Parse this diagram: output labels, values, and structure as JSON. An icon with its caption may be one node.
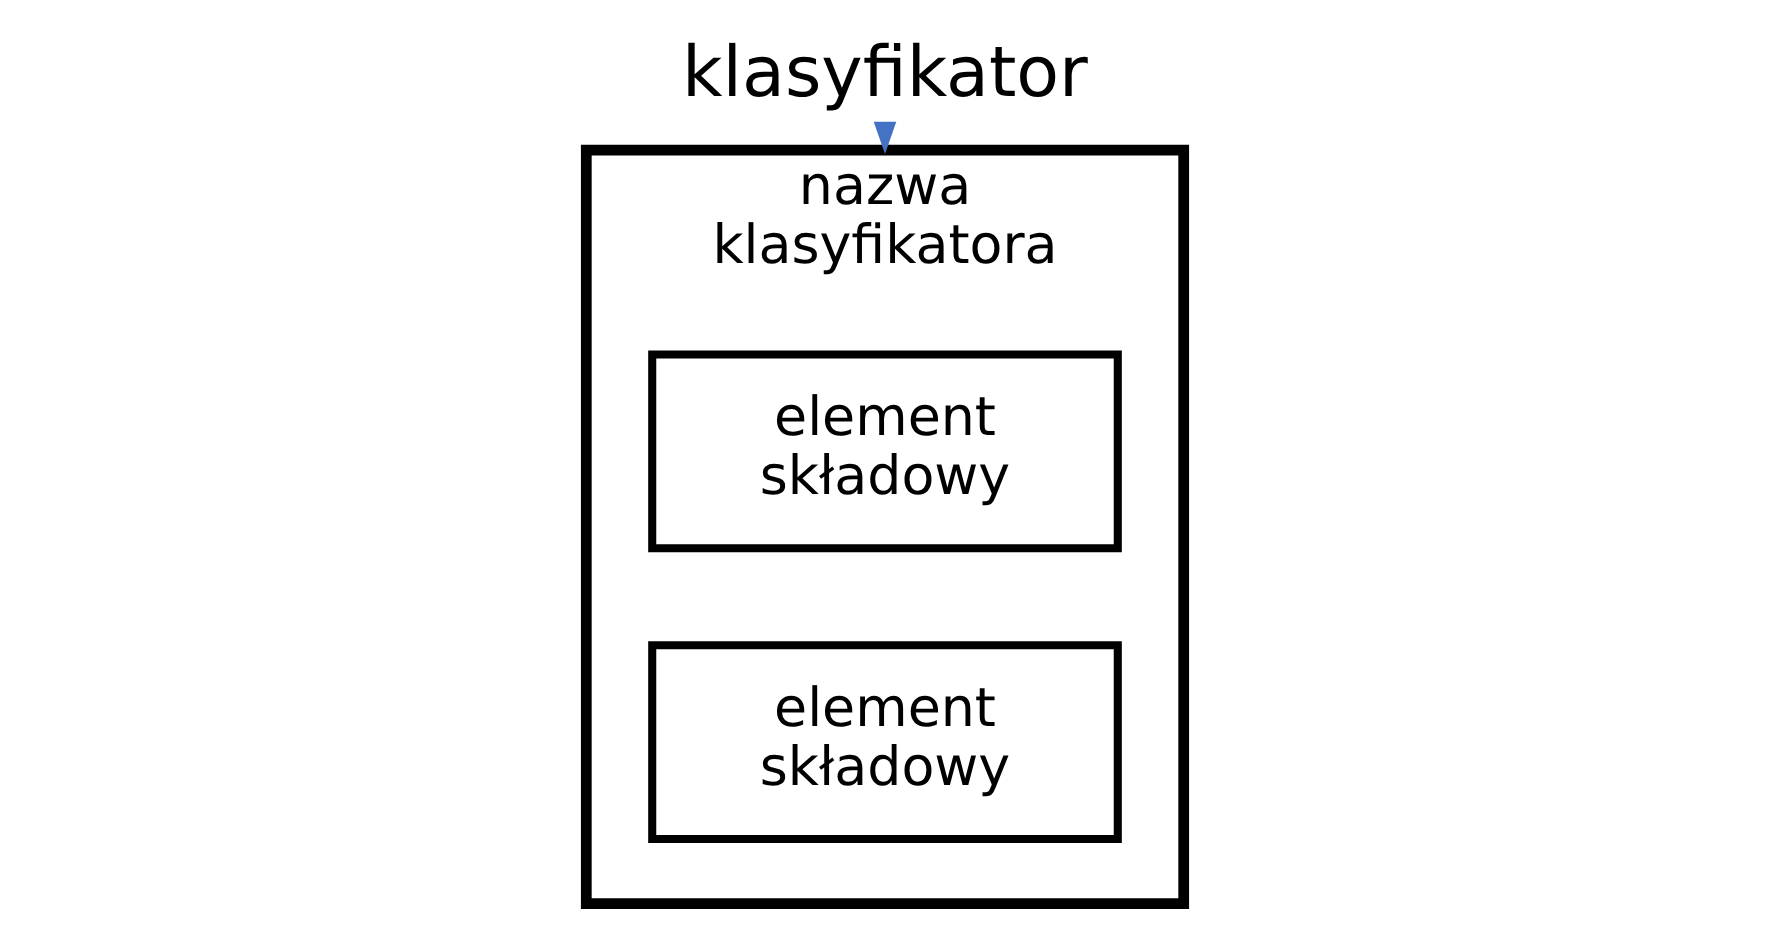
{
  "diagram": {
    "nodes": [
      {
        "text": [
          "nazwa klasyfikatora"
        ]
      },
      {
        "text": [
          "element składowy"
        ],
        "in": 0
      },
      {
        "text": [
          "element składowy"
        ],
        "in": 0
      },
      {
        "text": [
          "klasyfikator"
        ]
      }
    ],
    "edges": [
      {
        "from": 3,
        "to": 0,
        "arrow": "to",
        "color": "#4472c4"
      }
    ]
  }
}
